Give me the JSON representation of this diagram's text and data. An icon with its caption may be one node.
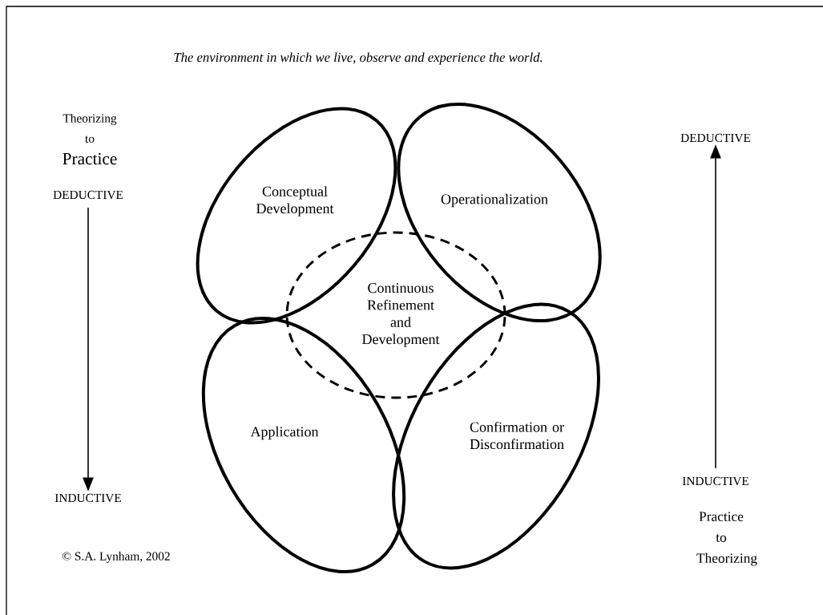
{
  "diagram": {
    "nodes": [
      {
        "text": [
          "Conceptual Development"
        ]
      },
      {
        "text": [
          "Operationalization"
        ]
      },
      {
        "text": [
          "Continuous Refinement and Development"
        ]
      },
      {
        "text": [
          "Application"
        ]
      },
      {
        "text": [
          "Confirmation or Disconfirmation"
        ]
      },
      {
        "text": [
          "DEDUCTIVE"
        ]
      },
      {
        "text": [
          "INDUCTIVE"
        ]
      },
      {
        "text": [
          "DEDUCTIVE"
        ]
      },
      {
        "text": [
          "INDUCTIVE"
        ]
      }
    ],
    "edges": [
      {
        "from": 5,
        "to": 6,
        "arrow": "to"
      },
      {
        "from": 8,
        "to": 7,
        "arrow": "to"
      }
    ],
    "labels": [
      "The environment in which we live, observe and experience the world.",
      "Theorizing to",
      "Practice",
      "Practice to Theorizing",
      "© S.A. Lynham, 2002"
    ]
  }
}
